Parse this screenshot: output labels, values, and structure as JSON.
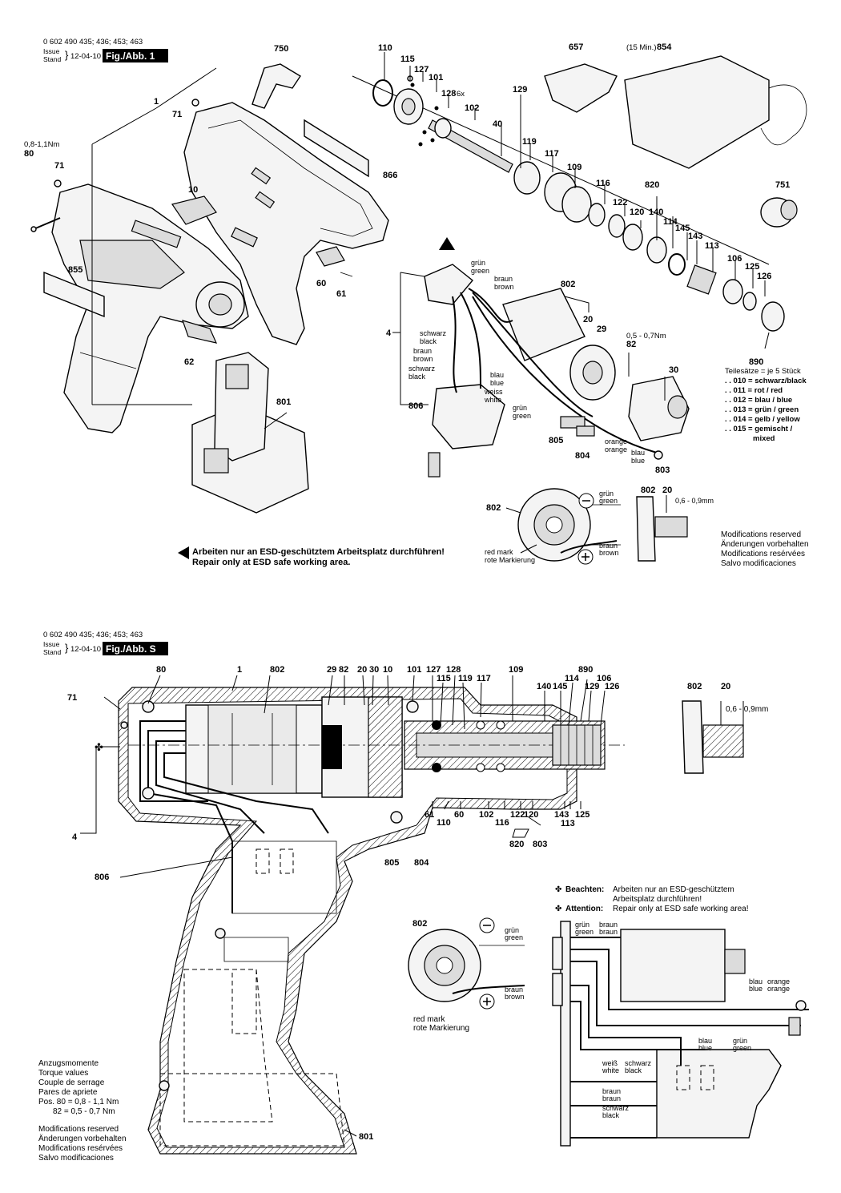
{
  "fig1": {
    "part_no": "0 602 490 435; 436; 453; 463",
    "issue_label": "Issue",
    "stand_label": "Stand",
    "date": "12-04-10",
    "fig_title": "Fig./Abb. 1",
    "esd_de": "Arbeiten nur an ESD-geschütztem Arbeitsplatz durchführen!",
    "esd_en": "Repair only at ESD safe working area.",
    "torque_80": "0,8-1,1Nm",
    "torque_82": "0,5 - 0,7Nm",
    "gap": "0,6 - 0,9mm",
    "charger_time": "(15 Min.)",
    "six_x": "6x",
    "part_labels": [
      "750",
      "1",
      "71",
      "80",
      "71",
      "10",
      "855",
      "866",
      "60",
      "61",
      "62",
      "801",
      "110",
      "115",
      "127",
      "101",
      "128",
      "102",
      "129",
      "40",
      "119",
      "117",
      "109",
      "116",
      "122",
      "120",
      "820",
      "140",
      "114",
      "145",
      "143",
      "113",
      "106",
      "125",
      "126",
      "890",
      "657",
      "854",
      "751",
      "802",
      "20",
      "29",
      "82",
      "30",
      "4",
      "806",
      "805",
      "804",
      "803"
    ],
    "wires": {
      "gruen_green": [
        "grün",
        "green"
      ],
      "braun_brown": [
        "braun",
        "brown"
      ],
      "schwarz_black": [
        "schwarz",
        "black"
      ],
      "blau_blue": [
        "blau",
        "blue"
      ],
      "weiss_white": [
        "weiss",
        "white"
      ],
      "orange_orange": [
        "orange",
        "orange"
      ]
    },
    "kit": {
      "title": "Teilesätze = je 5 Stück",
      "items": [
        ". . 010 = schwarz/black",
        ". . 011 = rot / red",
        ". . 012 = blau / blue",
        ". . 013 = grün / green",
        ". . 014 = gelb / yellow",
        ". . 015 = gemischt /",
        "mixed"
      ]
    },
    "red_mark": [
      "red mark",
      "rote Markierung"
    ],
    "modifications": [
      "Modifications reserved",
      "Änderungen vorbehalten",
      "Modifications resérvées",
      "Salvo modificaciones"
    ]
  },
  "figs": {
    "part_no": "0 602 490 435; 436; 453; 463",
    "issue_label": "Issue",
    "stand_label": "Stand",
    "date": "12-04-10",
    "fig_title": "Fig./Abb. S",
    "top_labels": [
      "80",
      "1",
      "802",
      "29",
      "82",
      "20",
      "30",
      "10",
      "101",
      "127",
      "128",
      "115",
      "119",
      "117",
      "109",
      "890",
      "114",
      "106",
      "140",
      "145",
      "129",
      "126",
      "802",
      "20"
    ],
    "bottom_labels": [
      "61",
      "110",
      "60",
      "102",
      "116",
      "122",
      "120",
      "143",
      "113",
      "125",
      "820",
      "803",
      "805",
      "804"
    ],
    "left_labels": [
      "71",
      "4",
      "806",
      "801"
    ],
    "gap": "0,6 - 0,9mm",
    "beachten": "Beachten:",
    "beachten_text": [
      "Arbeiten nur an ESD-geschütztem",
      "Arbeitsplatz durchführen!"
    ],
    "attention": "Attention:",
    "attention_text": "Repair only at ESD safe working area!",
    "wire_w": {
      "gruen": [
        "grün",
        "green"
      ],
      "braun": [
        "braun",
        "braun"
      ],
      "blau": [
        "blau",
        "blue"
      ],
      "orange": [
        "orange",
        "orange"
      ],
      "blau2": [
        "blau",
        "blue"
      ],
      "gruen2": [
        "grün",
        "green"
      ],
      "weiss": [
        "weiß",
        "white"
      ],
      "schwarz": [
        "schwarz",
        "black"
      ],
      "braun2": [
        "braun",
        "braun"
      ],
      "schwarz2": [
        "schwarz",
        "black"
      ]
    },
    "motor_gruen": [
      "grün",
      "green"
    ],
    "motor_braun": [
      "braun",
      "brown"
    ],
    "red_mark": [
      "red mark",
      "rote Markierung"
    ],
    "torque": [
      "Anzugsmomente",
      "Torque values",
      "Couple de serrage",
      "Pares de apriete",
      "Pos. 80 =   0,8 -   1,1 Nm",
      "82 =   0,5 -   0,7 Nm"
    ],
    "modifications": [
      "Modifications reserved",
      "Änderungen vorbehalten",
      "Modifications resérvées",
      "Salvo modificaciones"
    ]
  }
}
